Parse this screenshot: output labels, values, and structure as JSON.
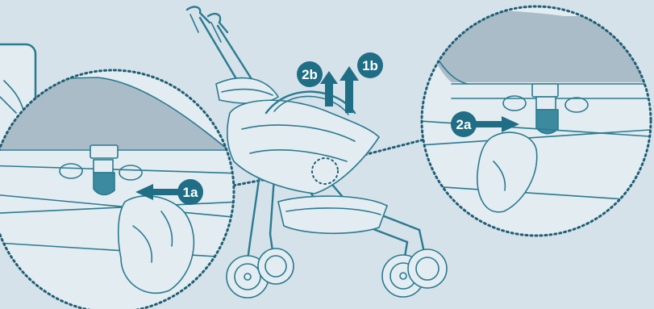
{
  "steps": {
    "s1a": "1a",
    "s1b": "1b",
    "s2a": "2a",
    "s2b": "2b"
  },
  "colors": {
    "background": "#d6e2ea",
    "line": "#2a7a90",
    "accent": "#1f6e86",
    "detail_fill": "#e3ecf1"
  }
}
